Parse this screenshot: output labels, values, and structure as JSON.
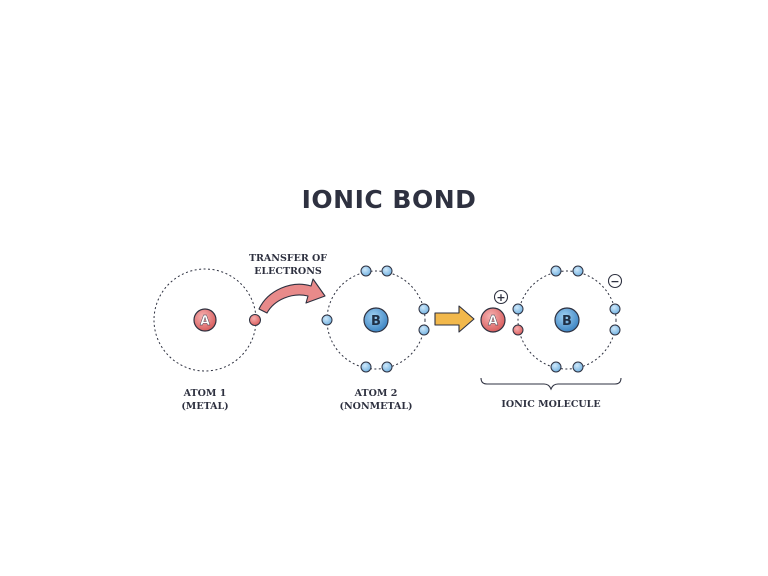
{
  "title": "IONIC BOND",
  "transfer_label": {
    "line1": "TRANSFER OF",
    "line2": "ELECTRONS"
  },
  "atom1": {
    "symbol": "A",
    "line1": "ATOM 1",
    "line2": "(METAL)"
  },
  "atom2": {
    "symbol": "B",
    "line1": "ATOM 2",
    "line2": "(NONMETAL)"
  },
  "molecule": {
    "cation_symbol": "A",
    "anion_symbol": "B",
    "plus_sign": "+",
    "minus_sign": "−",
    "label": "IONIC MOLECULE"
  },
  "colors": {
    "atom_a": "#e07a7a",
    "atom_b": "#4a90c8",
    "electron_b": "#8cc3ea",
    "electron_a": "#e36f6f",
    "transfer_arrow": "#e88a8a",
    "yield_arrow": "#f2b84b",
    "ink": "#2e3140"
  }
}
